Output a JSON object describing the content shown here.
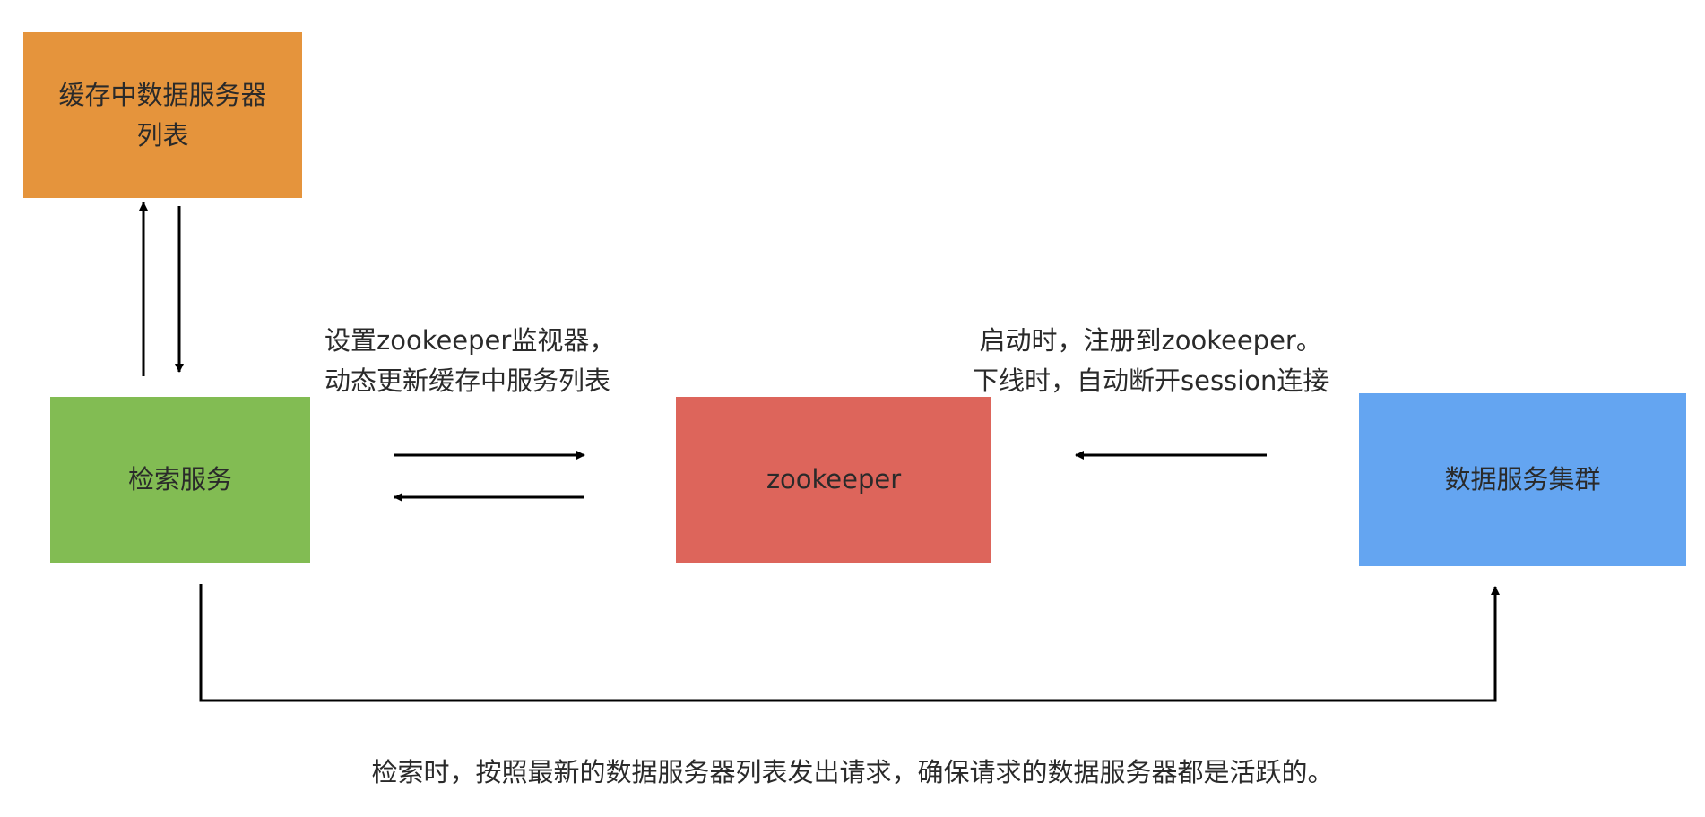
{
  "colors": {
    "cache_box": "#E5943C",
    "search_box": "#82BC53",
    "zookeeper_box": "#DD655B",
    "cluster_box": "#64A5F1",
    "arrow": "#000000"
  },
  "nodes": {
    "cache": {
      "line1": "缓存中数据服务器",
      "line2": "列表"
    },
    "search": {
      "label": "检索服务"
    },
    "zookeeper": {
      "label": "zookeeper"
    },
    "cluster": {
      "label": "数据服务集群"
    }
  },
  "edges": {
    "watch": {
      "line1": "设置zookeeper监视器，",
      "line2": "动态更新缓存中服务列表"
    },
    "register": {
      "line1": "启动时，注册到zookeeper。",
      "line2": "下线时，自动断开session连接"
    },
    "request": {
      "label": "检索时，按照最新的数据服务器列表发出请求，确保请求的数据服务器都是活跃的。"
    }
  }
}
